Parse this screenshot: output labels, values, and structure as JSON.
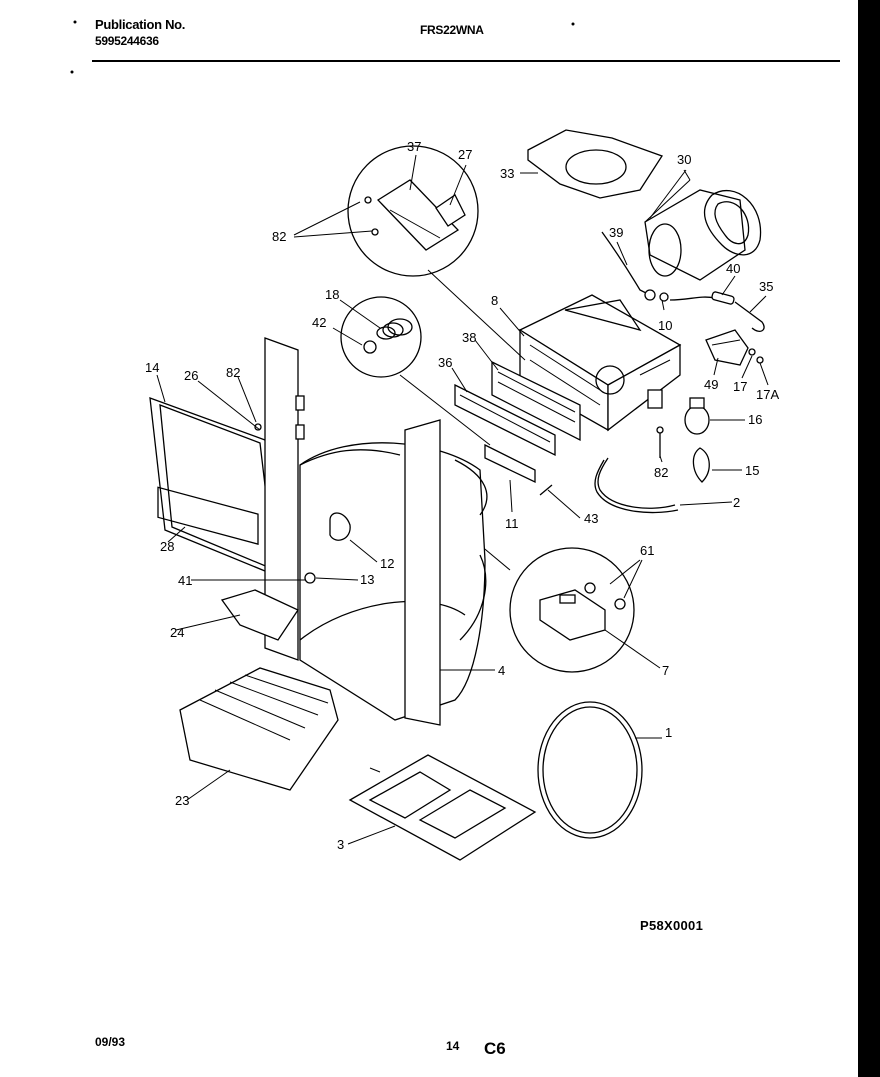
{
  "header": {
    "publication_label": "Publication No.",
    "publication_number": "5995244636",
    "model": "FRS22WNA"
  },
  "footer": {
    "date": "09/93",
    "page": "14",
    "section": "C6",
    "diagram_code": "P58X0001"
  },
  "callouts": [
    "37",
    "27",
    "33",
    "30",
    "82",
    "39",
    "40",
    "35",
    "18",
    "42",
    "8",
    "10",
    "38",
    "49",
    "17",
    "17A",
    "36",
    "16",
    "14",
    "26",
    "82",
    "82",
    "15",
    "2",
    "43",
    "11",
    "28",
    "12",
    "41",
    "13",
    "61",
    "24",
    "4",
    "7",
    "1",
    "23",
    "3"
  ]
}
